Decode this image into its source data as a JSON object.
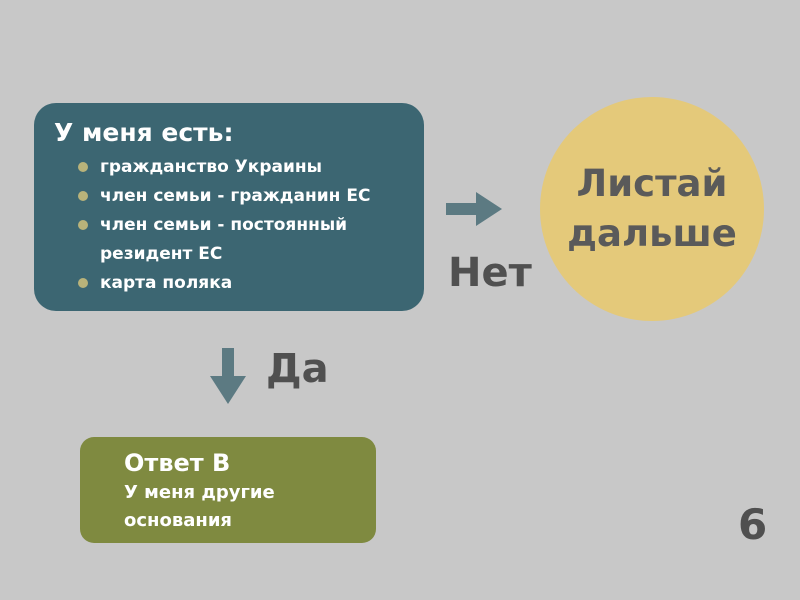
{
  "question_box": {
    "heading": "У меня есть:",
    "items": [
      "гражданство Украины",
      "член семьи - гражданин ЕС",
      "член семьи - постоянный",
      "карта поляка"
    ],
    "item_3_continuation": "резидент ЕС",
    "color": "#3c6672"
  },
  "no_branch": {
    "label": "Нет",
    "circle_line1": "Листай",
    "circle_line2": "дальше",
    "circle_color": "#e4c97a"
  },
  "yes_branch": {
    "label": "Да"
  },
  "answer_box": {
    "title": "Ответ В",
    "subtitle": "У меня другие основания",
    "color": "#7f8a40"
  },
  "page_number": "6",
  "arrow_color": "#5c7a82",
  "bullet_color": "#b9b37a"
}
